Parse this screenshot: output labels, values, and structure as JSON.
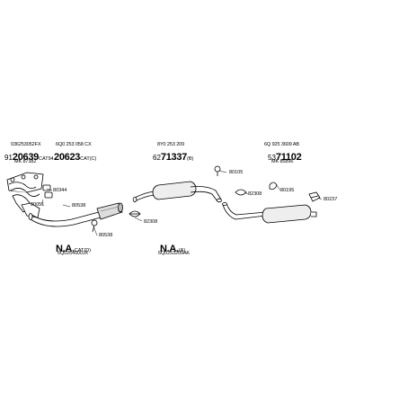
{
  "labels": {
    "col1_ref_a": "036253052FX",
    "col1_pre": "91",
    "col1_big": "20639",
    "col1_suffix": "CAT94",
    "col1_mk": "MK 87382",
    "col2_ref": "6Q0 253 058 CX",
    "col2_big": "20623",
    "col2_suffix": "CAT(C)",
    "col3_ref": "8Y0 253 209",
    "col3_pre": "62",
    "col3_big": "71337",
    "col3_suffix": "(B)",
    "col4_ref": "6Q 925 3609 AB",
    "col4_pre": "53",
    "col4_big": "71102",
    "col4_mk": "MK 85896",
    "na_cat_big": "N.A.",
    "na_cat_suffix": "CAT(D)",
    "na_cat_ref": "6Q0254500JX",
    "na_a_big": "N.A.",
    "na_a_suffix": "(A)",
    "na_a_ref": "6Q0253209AK"
  },
  "parts": {
    "p80344": "80344",
    "p80051": "80051",
    "p80538": "80538",
    "p80538b": "80538",
    "p82308a": "82308",
    "p80105": "80105",
    "p82308b": "82308",
    "p80195": "80195",
    "p80237": "80237"
  }
}
